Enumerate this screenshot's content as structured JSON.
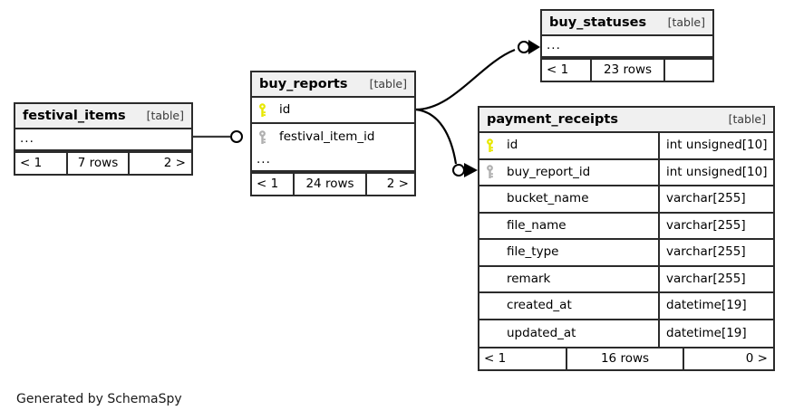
{
  "diagram": {
    "kind_label": "[table]",
    "ellipsis": "...",
    "credit": "Generated by SchemaSpy",
    "colors": {
      "primary_key": "#e8e800",
      "foreign_key": "#b0b0b0",
      "border": "#2b2b2b",
      "header_bg": "#f0f0f0",
      "background": "#ffffff"
    }
  },
  "tables": {
    "festival_items": {
      "name": "festival_items",
      "kind": "[table]",
      "columns": [],
      "has_ellipsis": true,
      "footer": {
        "left": "< 1",
        "middle": "7 rows",
        "right": "2 >"
      }
    },
    "buy_reports": {
      "name": "buy_reports",
      "kind": "[table]",
      "columns": [
        {
          "key": "primary-key-icon",
          "name": "id",
          "type": ""
        },
        {
          "key": "foreign-key-icon",
          "name": "festival_item_id",
          "type": ""
        }
      ],
      "has_ellipsis": true,
      "footer": {
        "left": "< 1",
        "middle": "24 rows",
        "right": "2 >"
      }
    },
    "buy_statuses": {
      "name": "buy_statuses",
      "kind": "[table]",
      "columns": [],
      "has_ellipsis": true,
      "footer": {
        "left": "< 1",
        "middle": "23 rows",
        "right": ""
      }
    },
    "payment_receipts": {
      "name": "payment_receipts",
      "kind": "[table]",
      "columns": [
        {
          "key": "primary-key-icon",
          "name": "id",
          "type": "int unsigned[10]"
        },
        {
          "key": "foreign-key-icon",
          "name": "buy_report_id",
          "type": "int unsigned[10]"
        },
        {
          "key": "none",
          "name": "bucket_name",
          "type": "varchar[255]"
        },
        {
          "key": "none",
          "name": "file_name",
          "type": "varchar[255]"
        },
        {
          "key": "none",
          "name": "file_type",
          "type": "varchar[255]"
        },
        {
          "key": "none",
          "name": "remark",
          "type": "varchar[255]"
        },
        {
          "key": "none",
          "name": "created_at",
          "type": "datetime[19]"
        },
        {
          "key": "none",
          "name": "updated_at",
          "type": "datetime[19]"
        }
      ],
      "has_ellipsis": false,
      "footer": {
        "left": "< 1",
        "middle": "16 rows",
        "right": "0 >"
      }
    }
  },
  "relationships": [
    {
      "name": "festival_items-to-buy_reports",
      "from": "festival_items",
      "to": "buy_reports"
    },
    {
      "name": "buy_reports-to-buy_statuses",
      "from": "buy_reports",
      "to": "buy_statuses"
    },
    {
      "name": "buy_reports-to-payment_receipts",
      "from": "buy_reports",
      "to": "payment_receipts"
    }
  ]
}
